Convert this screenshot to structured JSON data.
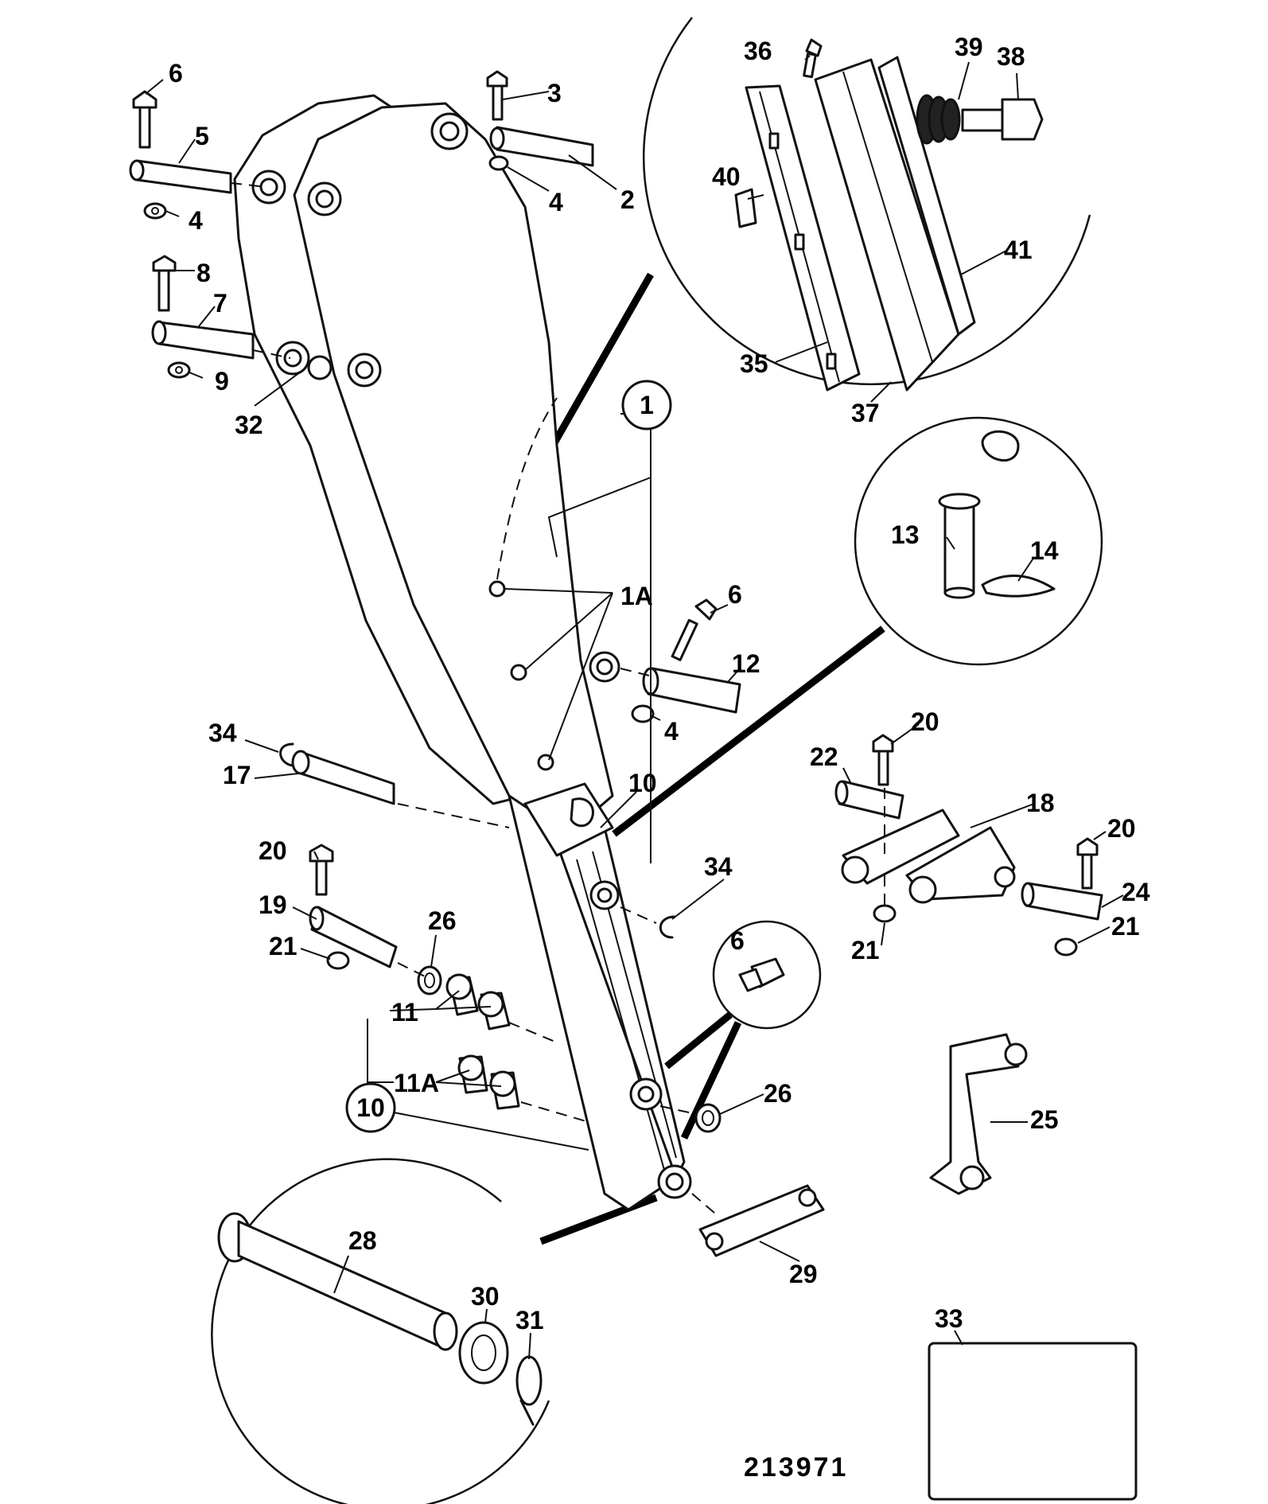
{
  "drawing_number": "213971",
  "labels": {
    "l1": "1",
    "l1a": "1A",
    "l2": "2",
    "l3": "3",
    "l4a": "4",
    "l4b": "4",
    "l4c": "4",
    "l5": "5",
    "l6a": "6",
    "l6b": "6",
    "l6c": "6",
    "l7": "7",
    "l8": "8",
    "l9": "9",
    "l10a": "10",
    "l10b": "10",
    "l11": "11",
    "l11a": "11A",
    "l12": "12",
    "l13": "13",
    "l14": "14",
    "l17": "17",
    "l18": "18",
    "l19": "19",
    "l20a": "20",
    "l20b": "20",
    "l20c": "20",
    "l21a": "21",
    "l21b": "21",
    "l21c": "21",
    "l22": "22",
    "l24": "24",
    "l25": "25",
    "l26a": "26",
    "l26b": "26",
    "l28": "28",
    "l29": "29",
    "l30": "30",
    "l31": "31",
    "l32": "32",
    "l33": "33",
    "l34a": "34",
    "l34b": "34",
    "l35": "35",
    "l36": "36",
    "l37": "37",
    "l38": "38",
    "l39": "39",
    "l40": "40",
    "l41": "41"
  }
}
